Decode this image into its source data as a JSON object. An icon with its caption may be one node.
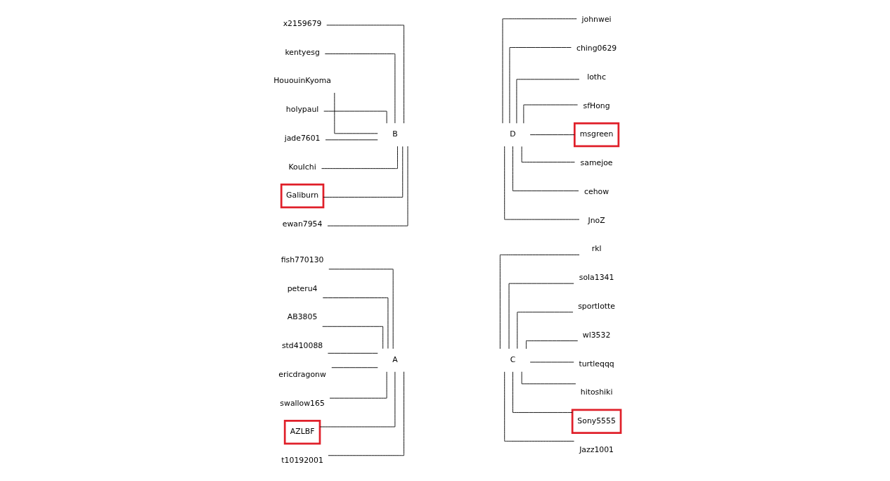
{
  "diagram": {
    "nodes": [
      {
        "text": [
          "fish770130"
        ]
      },
      {
        "text": [
          "peteru4"
        ]
      },
      {
        "text": [
          "AB3805"
        ]
      },
      {
        "text": [
          "std410088"
        ]
      },
      {
        "text": [
          "ericdragonw"
        ]
      },
      {
        "text": [
          "swallow165"
        ]
      },
      {
        "text": [
          "AZLBF"
        ]
      },
      {
        "text": [
          "t10192001"
        ]
      },
      {
        "text": [
          "A"
        ]
      },
      {
        "text": [
          "C"
        ]
      },
      {
        "text": [
          "rkl"
        ]
      },
      {
        "text": [
          "sola1341"
        ]
      },
      {
        "text": [
          "sportlotte"
        ]
      },
      {
        "text": [
          "wl3532"
        ]
      },
      {
        "text": [
          "turtleqqq"
        ]
      },
      {
        "text": [
          "hitoshiki"
        ]
      },
      {
        "text": [
          "Sony5555"
        ]
      },
      {
        "text": [
          "Jazz1001"
        ]
      },
      {
        "text": [
          "x2159679"
        ]
      },
      {
        "text": [
          "kentyesg"
        ]
      },
      {
        "text": [
          "HououinKyoma"
        ]
      },
      {
        "text": [
          "holypaul"
        ]
      },
      {
        "text": [
          "jade7601"
        ]
      },
      {
        "text": [
          "KouIchi"
        ]
      },
      {
        "text": [
          "Galiburn"
        ]
      },
      {
        "text": [
          "ewan7954"
        ]
      },
      {
        "text": [
          "B"
        ]
      },
      {
        "text": [
          "D"
        ]
      },
      {
        "text": [
          "johnwei"
        ]
      },
      {
        "text": [
          "ching0629"
        ]
      },
      {
        "text": [
          "lothc"
        ]
      },
      {
        "text": [
          "sfHong"
        ]
      },
      {
        "text": [
          "msgreen"
        ]
      },
      {
        "text": [
          "samejoe"
        ]
      },
      {
        "text": [
          "cehow"
        ]
      },
      {
        "text": [
          "JnoZ"
        ]
      }
    ],
    "edges": [
      {
        "from": 0,
        "to": 8,
        "arrow": "none"
      },
      {
        "from": 1,
        "to": 8,
        "arrow": "none"
      },
      {
        "from": 2,
        "to": 8,
        "arrow": "none"
      },
      {
        "from": 3,
        "to": 8,
        "arrow": "none"
      },
      {
        "from": 4,
        "to": 8,
        "arrow": "none"
      },
      {
        "from": 5,
        "to": 8,
        "arrow": "none"
      },
      {
        "from": 6,
        "to": 8,
        "arrow": "none"
      },
      {
        "from": 7,
        "to": 8,
        "arrow": "none"
      },
      {
        "from": 9,
        "to": 10,
        "arrow": "none"
      },
      {
        "from": 9,
        "to": 11,
        "arrow": "none"
      },
      {
        "from": 9,
        "to": 12,
        "arrow": "none"
      },
      {
        "from": 9,
        "to": 13,
        "arrow": "none"
      },
      {
        "from": 9,
        "to": 14,
        "arrow": "none"
      },
      {
        "from": 9,
        "to": 15,
        "arrow": "none"
      },
      {
        "from": 9,
        "to": 16,
        "arrow": "none"
      },
      {
        "from": 9,
        "to": 17,
        "arrow": "none"
      },
      {
        "from": 18,
        "to": 26,
        "arrow": "none"
      },
      {
        "from": 19,
        "to": 26,
        "arrow": "none"
      },
      {
        "from": 20,
        "to": 26,
        "arrow": "none"
      },
      {
        "from": 21,
        "to": 26,
        "arrow": "none"
      },
      {
        "from": 22,
        "to": 26,
        "arrow": "none"
      },
      {
        "from": 23,
        "to": 26,
        "arrow": "none"
      },
      {
        "from": 24,
        "to": 26,
        "arrow": "none"
      },
      {
        "from": 25,
        "to": 26,
        "arrow": "none"
      },
      {
        "from": 27,
        "to": 28,
        "arrow": "none"
      },
      {
        "from": 27,
        "to": 29,
        "arrow": "none"
      },
      {
        "from": 27,
        "to": 30,
        "arrow": "none"
      },
      {
        "from": 27,
        "to": 31,
        "arrow": "none"
      },
      {
        "from": 27,
        "to": 32,
        "arrow": "none"
      },
      {
        "from": 27,
        "to": 33,
        "arrow": "none"
      },
      {
        "from": 27,
        "to": 34,
        "arrow": "none"
      },
      {
        "from": 27,
        "to": 35,
        "arrow": "none"
      }
    ]
  }
}
